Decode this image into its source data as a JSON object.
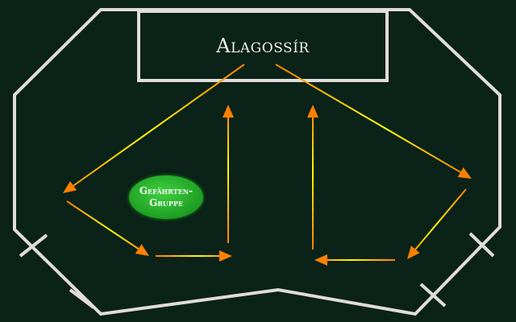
{
  "diagram": {
    "title": "Alagossír",
    "group_badge": {
      "line1": "Gefährten-",
      "line2": "Gruppe"
    },
    "colors": {
      "background": "#0a2217",
      "outline": "#e2dcdc",
      "arrow_start": "#ff8000",
      "arrow_end": "#ffff00",
      "badge": "#22aa22"
    }
  }
}
